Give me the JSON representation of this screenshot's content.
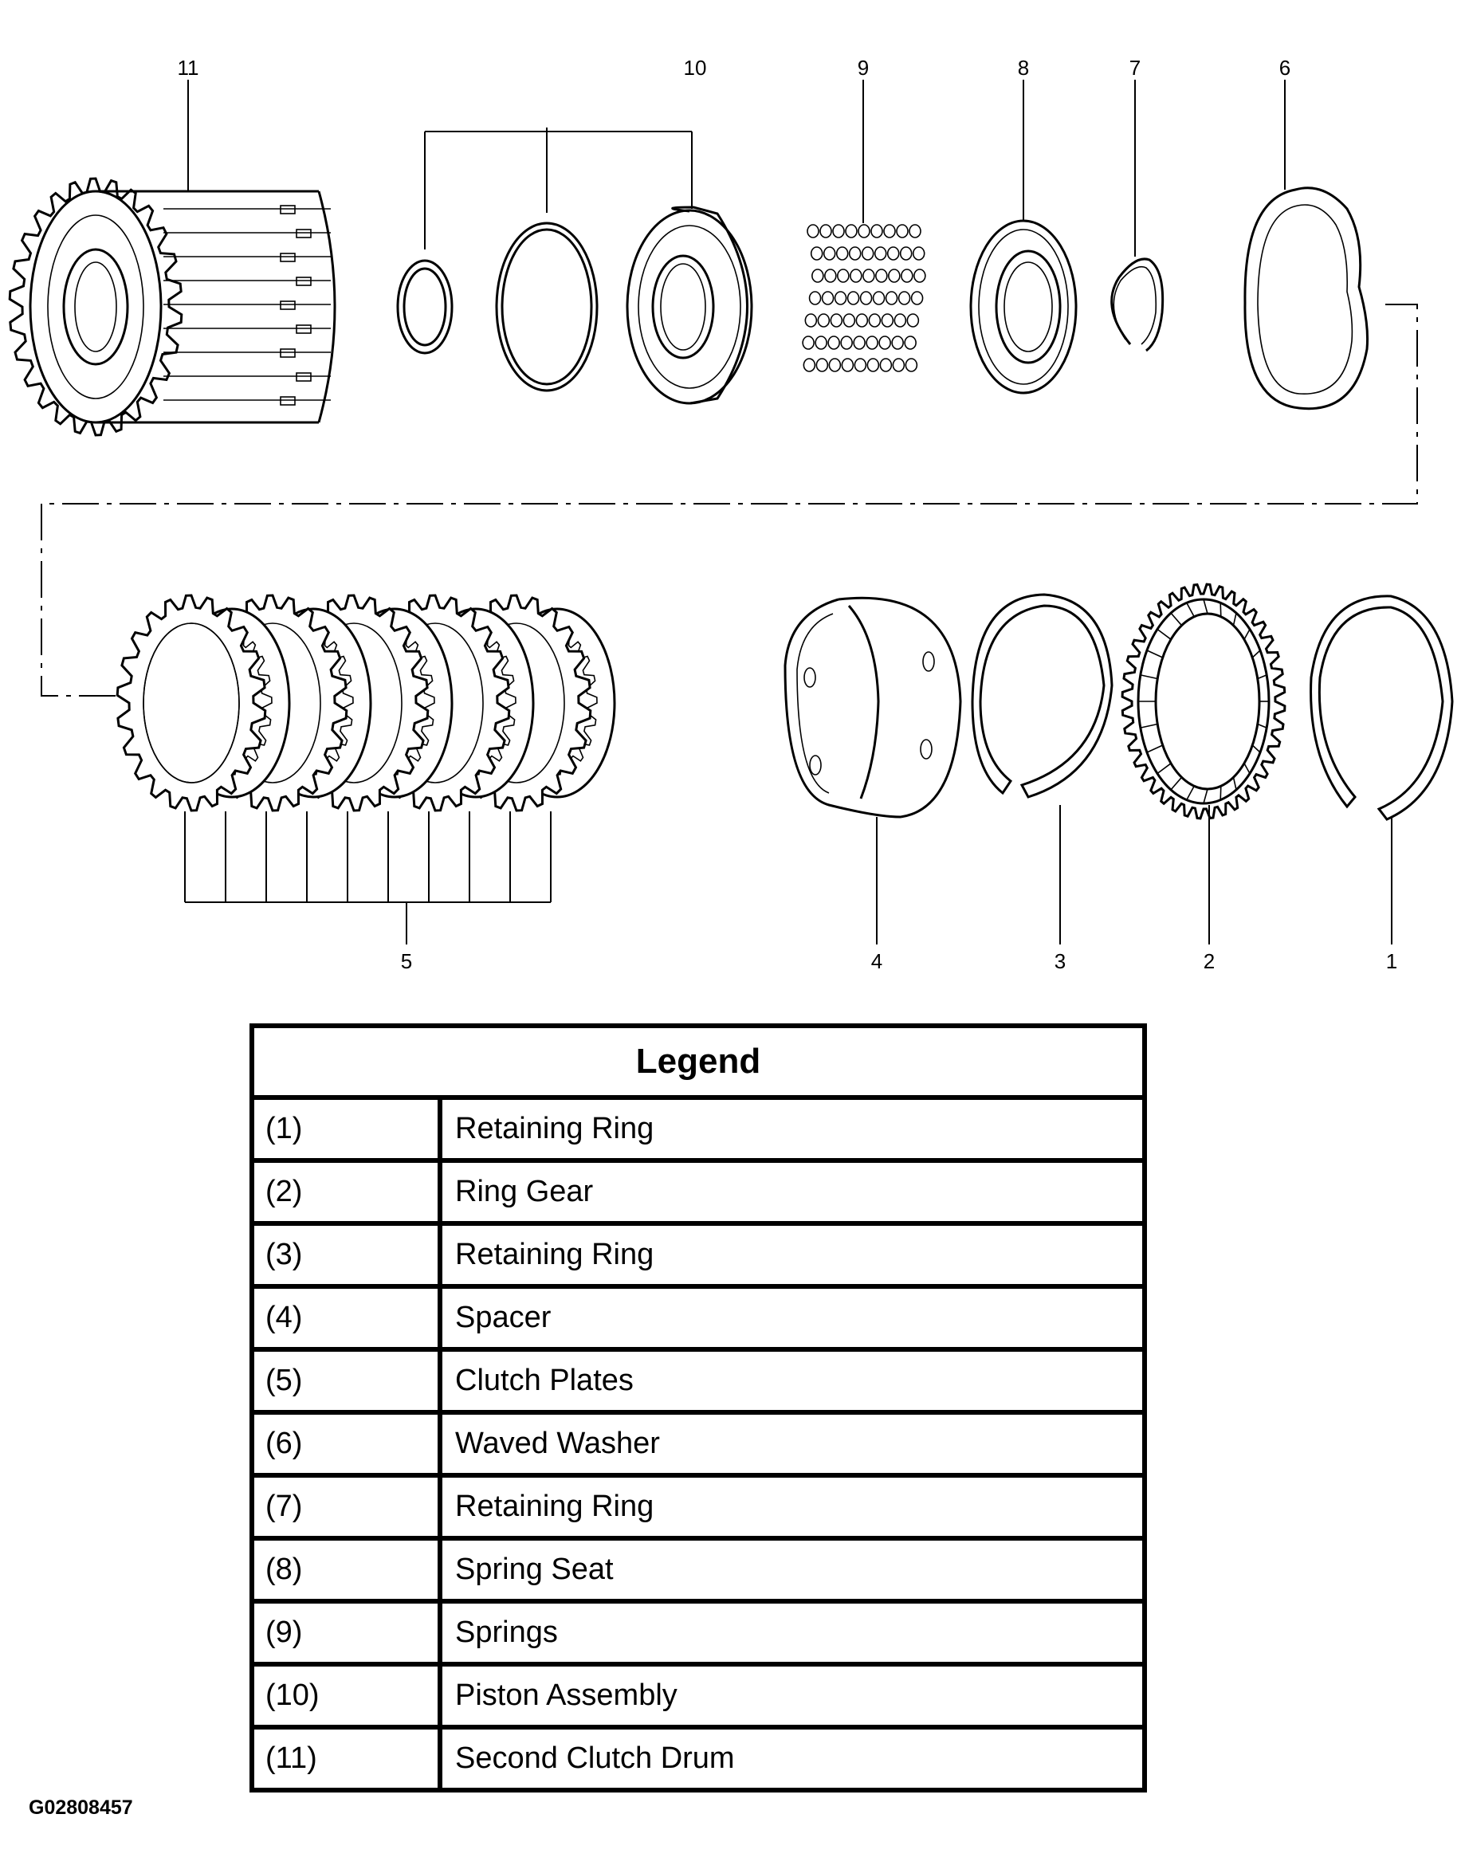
{
  "parts": [
    {
      "number": "11",
      "kind": "drum"
    },
    {
      "number": "10",
      "kind": "piston"
    },
    {
      "number": "9",
      "kind": "springs"
    },
    {
      "number": "8",
      "kind": "spring-seat"
    },
    {
      "number": "7",
      "kind": "snap-ring"
    },
    {
      "number": "6",
      "kind": "waved-washer"
    },
    {
      "number": "5",
      "kind": "plates"
    },
    {
      "number": "4",
      "kind": "spacer"
    },
    {
      "number": "3",
      "kind": "snap-ring"
    },
    {
      "number": "2",
      "kind": "ring-gear"
    },
    {
      "number": "1",
      "kind": "snap-ring"
    }
  ],
  "legend": {
    "title": "Legend",
    "rows": [
      {
        "key": "(1)",
        "desc": "Retaining Ring"
      },
      {
        "key": "(2)",
        "desc": "Ring Gear"
      },
      {
        "key": "(3)",
        "desc": "Retaining Ring"
      },
      {
        "key": "(4)",
        "desc": "Spacer"
      },
      {
        "key": "(5)",
        "desc": "Clutch Plates"
      },
      {
        "key": "(6)",
        "desc": "Waved Washer"
      },
      {
        "key": "(7)",
        "desc": "Retaining Ring"
      },
      {
        "key": "(8)",
        "desc": "Spring Seat"
      },
      {
        "key": "(9)",
        "desc": "Springs"
      },
      {
        "key": "(10)",
        "desc": "Piston Assembly"
      },
      {
        "key": "(11)",
        "desc": "Second Clutch Drum"
      }
    ]
  },
  "figure_id": "G02808457"
}
